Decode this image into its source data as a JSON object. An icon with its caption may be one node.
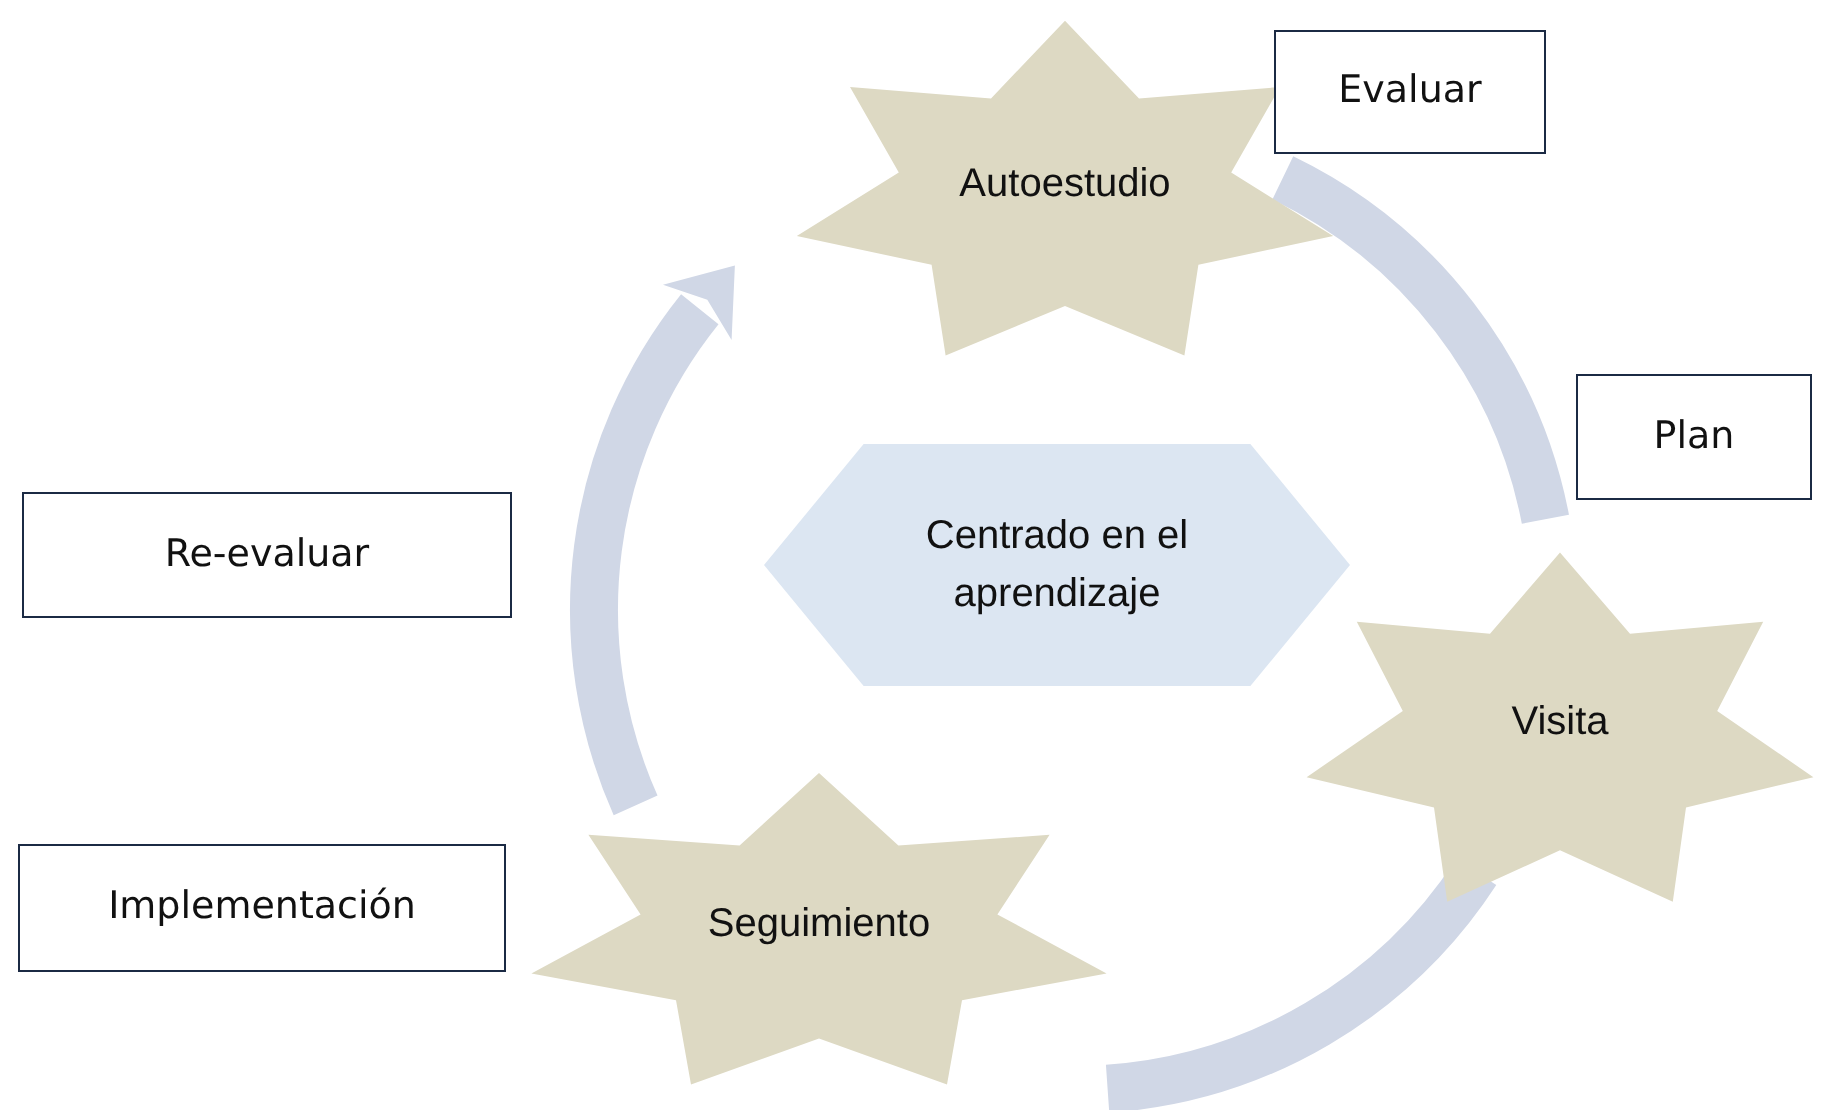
{
  "diagram": {
    "nodes": [
      {
        "text": [
          "Autoestudio"
        ]
      },
      {
        "text": [
          "Visita"
        ]
      },
      {
        "text": [
          "Seguimiento"
        ]
      },
      {
        "text": [
          "Centrado en el aprendizaje"
        ]
      },
      {
        "text": [
          "Evaluar"
        ]
      },
      {
        "text": [
          "Plan"
        ]
      },
      {
        "text": [
          "Re-evaluar"
        ]
      },
      {
        "text": [
          "Implementación"
        ]
      }
    ],
    "edges": [
      {
        "from": 0,
        "to": 1,
        "arrow": "none"
      },
      {
        "from": 1,
        "to": 2,
        "arrow": "none"
      },
      {
        "from": 2,
        "to": 0,
        "arrow": "to"
      }
    ]
  }
}
